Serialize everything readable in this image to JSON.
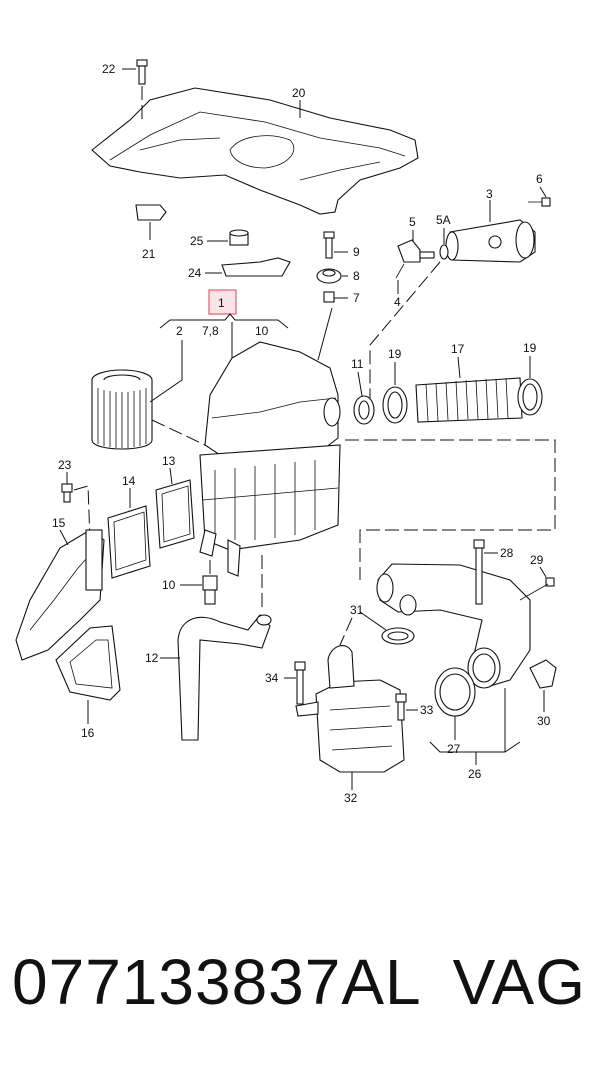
{
  "diagram": {
    "callouts": {
      "c1": "1",
      "c2": "2",
      "c3": "3",
      "c4": "4",
      "c5": "5",
      "c5a": "5A",
      "c6": "6",
      "c7": "7",
      "c78": "7,8",
      "c8": "8",
      "c9": "9",
      "c10": "10",
      "c10b": "10",
      "c11": "11",
      "c12": "12",
      "c13": "13",
      "c14": "14",
      "c15": "15",
      "c16": "16",
      "c17": "17",
      "c19a": "19",
      "c19b": "19",
      "c20": "20",
      "c21": "21",
      "c22": "22",
      "c23": "23",
      "c24": "24",
      "c25": "25",
      "c26": "26",
      "c27": "27",
      "c28": "28",
      "c29": "29",
      "c30": "30",
      "c31": "31",
      "c32": "32",
      "c33": "33",
      "c34": "34"
    },
    "highlight_color": "#e0606a"
  },
  "caption": {
    "part_number": "077133837AL",
    "brand": "VAG"
  }
}
